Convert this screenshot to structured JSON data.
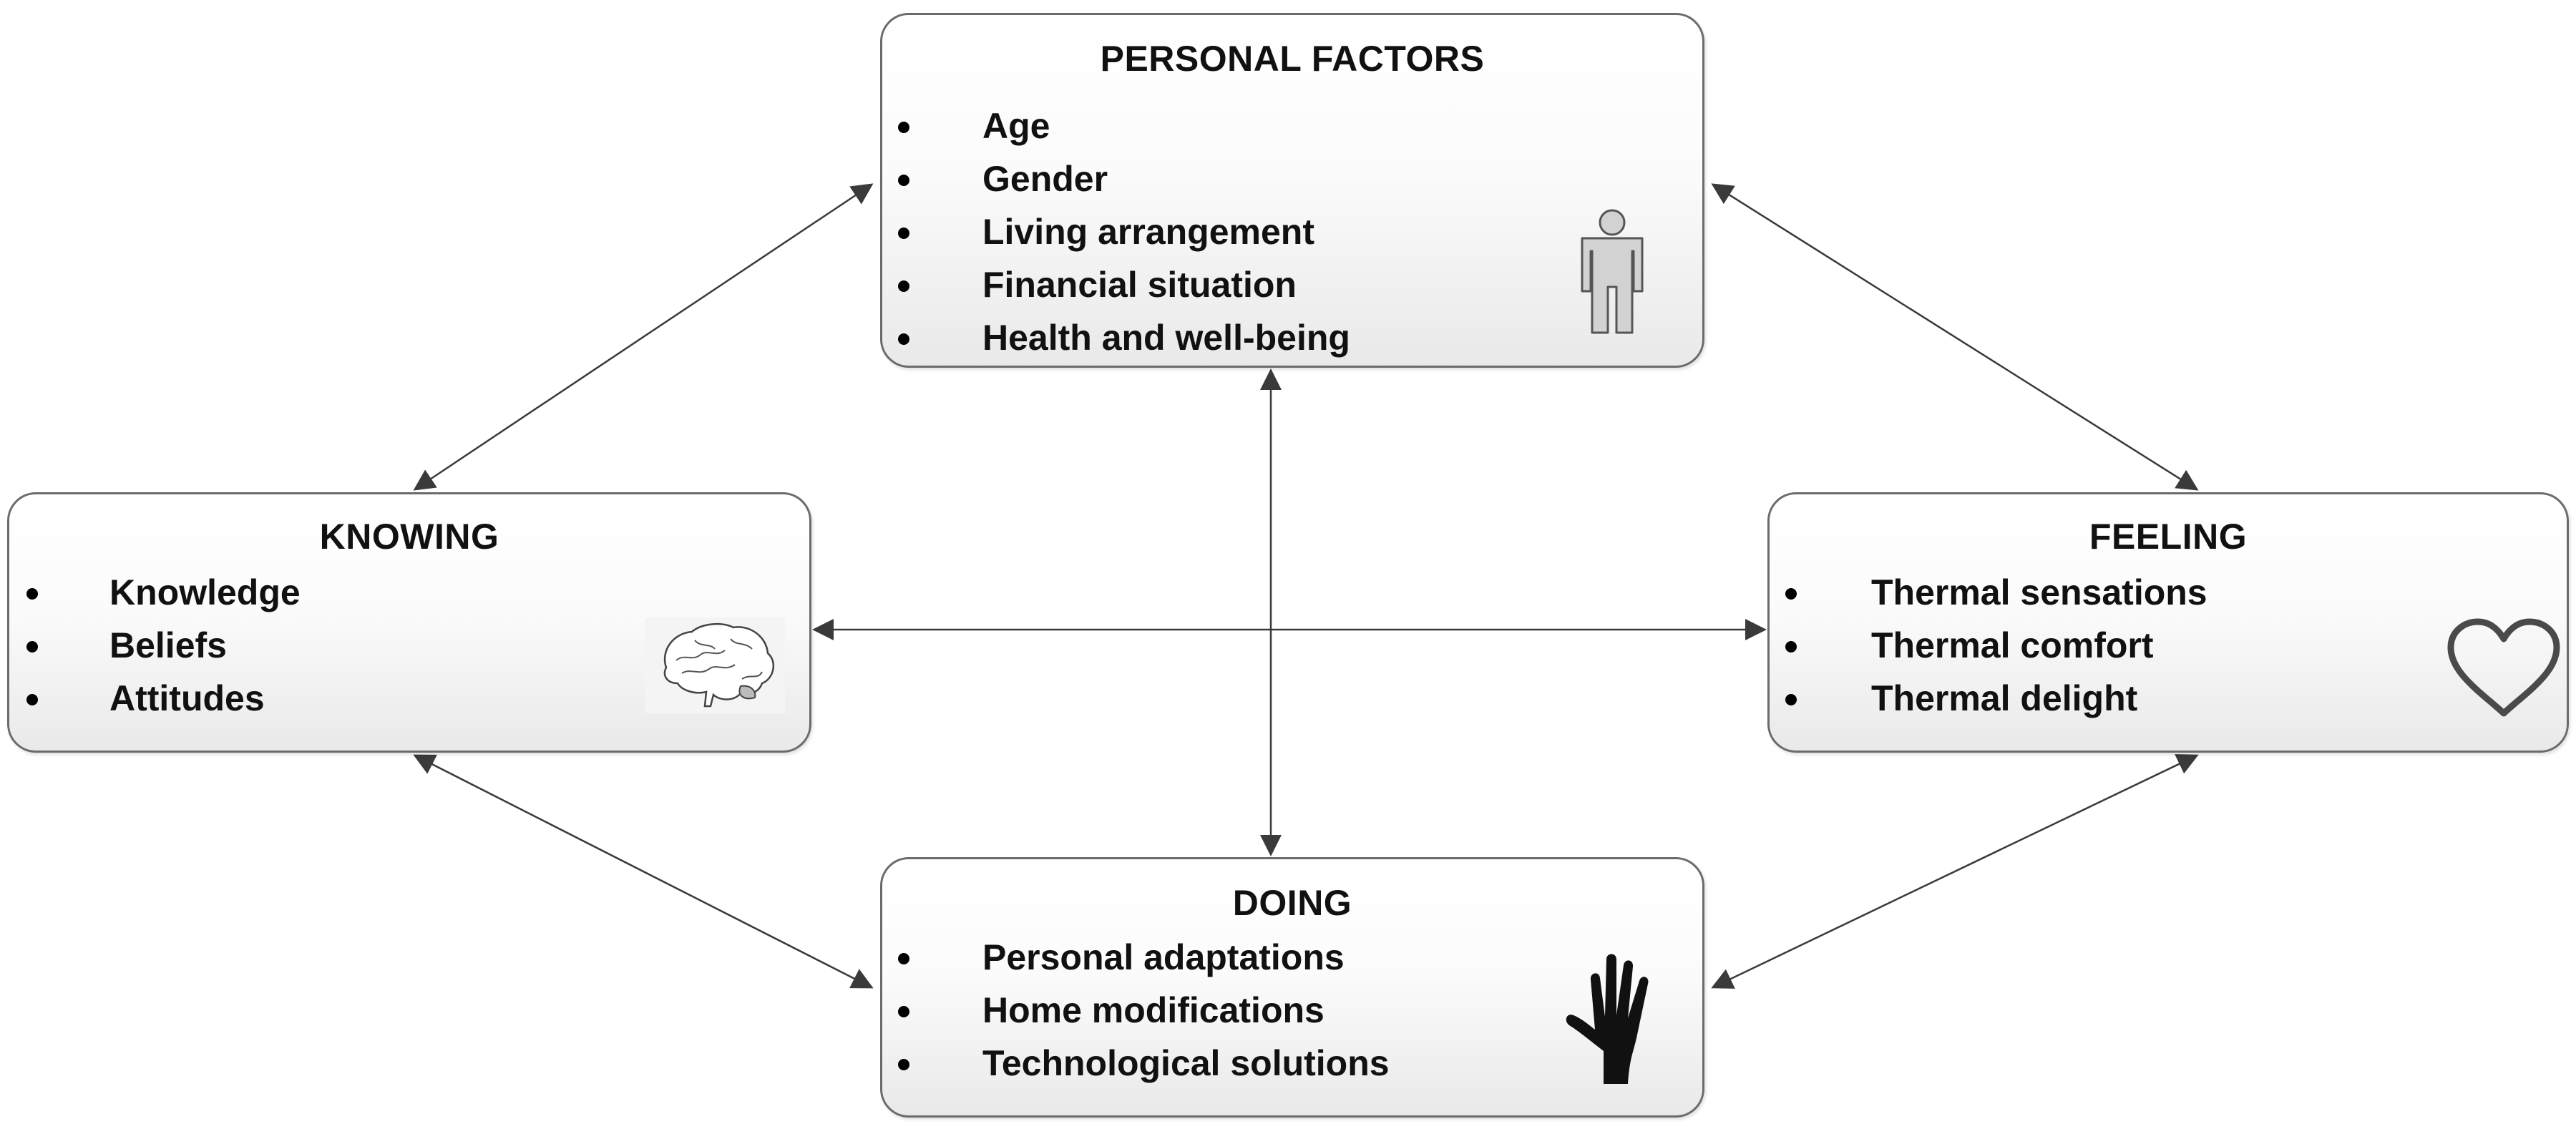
{
  "personal_factors": {
    "title": "PERSONAL FACTORS",
    "items": [
      "Age",
      "Gender",
      "Living arrangement",
      "Financial situation",
      "Health and well-being"
    ],
    "icon": "person-icon"
  },
  "knowing": {
    "title": "KNOWING",
    "items": [
      "Knowledge",
      "Beliefs",
      "Attitudes"
    ],
    "icon": "brain-icon"
  },
  "feeling": {
    "title": "FEELING",
    "items": [
      "Thermal sensations",
      "Thermal comfort",
      "Thermal delight"
    ],
    "icon": "heart-icon"
  },
  "doing": {
    "title": "DOING",
    "items": [
      "Personal adaptations",
      "Home modifications",
      "Technological solutions"
    ],
    "icon": "hand-icon"
  },
  "connections": [
    [
      "personal_factors",
      "knowing"
    ],
    [
      "personal_factors",
      "feeling"
    ],
    [
      "personal_factors",
      "doing"
    ],
    [
      "knowing",
      "feeling"
    ],
    [
      "knowing",
      "doing"
    ],
    [
      "feeling",
      "doing"
    ]
  ],
  "colors": {
    "border": "#6b6b6b",
    "arrow": "#3a3a3a",
    "text": "#111111"
  }
}
